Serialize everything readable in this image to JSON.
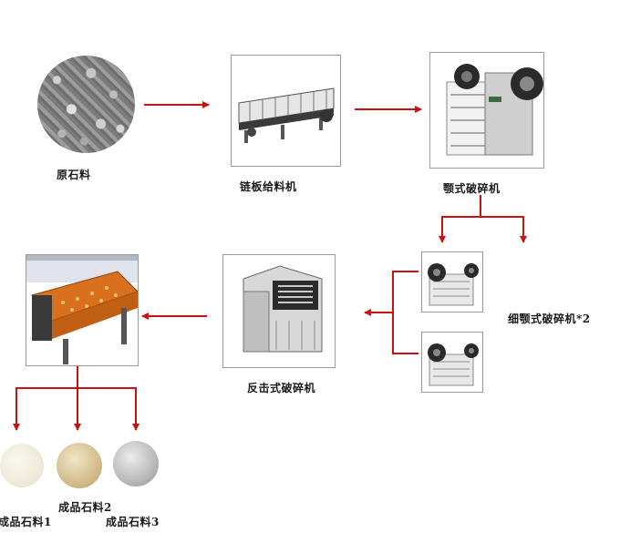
{
  "nodes": {
    "raw_stone": {
      "label": "原石料"
    },
    "chain_feeder": {
      "label": "链板给料机"
    },
    "jaw_crusher": {
      "label": "颚式破碎机"
    },
    "fine_jaw_crusher": {
      "label": "细颚式破碎机*2"
    },
    "impact_crusher": {
      "label": "反击式破碎机"
    },
    "vibrating_screen": {
      "label": ""
    },
    "product_1": {
      "label": "成品石料1"
    },
    "product_2": {
      "label": "成品石料2"
    },
    "product_3": {
      "label": "成品石料3"
    }
  },
  "colors": {
    "arrow": "#cc1010",
    "frame": "#9a9a9a",
    "screen": "#d8701e"
  }
}
